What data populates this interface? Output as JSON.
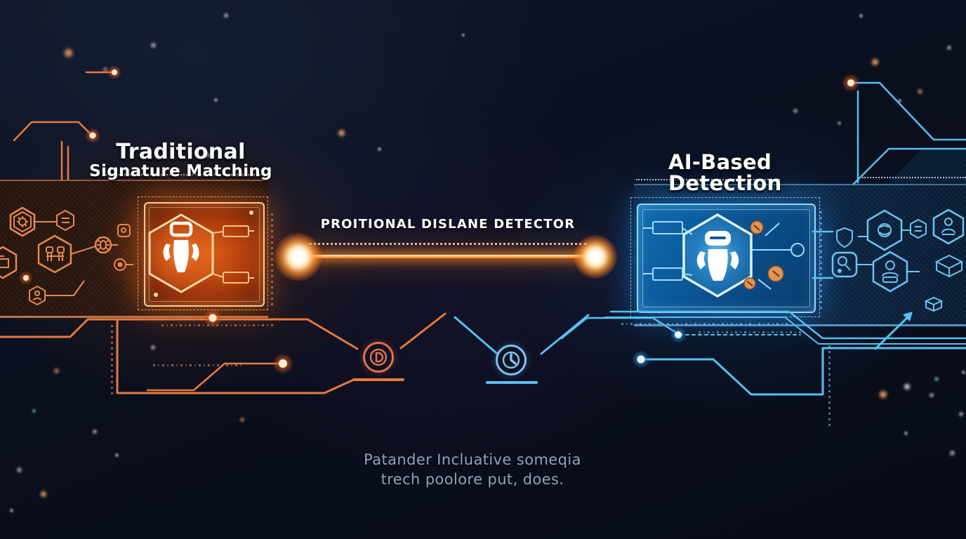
{
  "left_panel": {
    "title_line1": "Traditional",
    "title_line2": "Signature Matching",
    "center_icon": "shield-lock-icon"
  },
  "right_panel": {
    "title_line1": "AI-Based",
    "title_line2": "Detection",
    "center_icon": "robot-shield-icon"
  },
  "connector": {
    "label": "PROITIONAL DISLANE DETECTOR"
  },
  "caption": {
    "line1": "Patander Incluative someqia",
    "line2": "trech poolore put, does."
  },
  "icons": {
    "badge_left": "play-d-icon",
    "badge_right": "clock-icon",
    "left_cluster": [
      "gear-icon",
      "chip-icon",
      "robots-icon",
      "folder-icon",
      "person-icon",
      "bug-icon"
    ],
    "right_cluster": [
      "shield-icon",
      "brain-icon",
      "chip-icon",
      "user-icon",
      "search-icon",
      "user-laptop-icon",
      "box-icon",
      "cube-icon",
      "arrow-up-icon"
    ]
  },
  "colors": {
    "background": "#0a0e1b",
    "orange_accent": "#e8793c",
    "orange_bright": "#ffb36e",
    "blue_accent": "#56c0f2",
    "blue_bright": "#a5dfff",
    "title_text": "#ffffff",
    "caption_text": "#96a1b6"
  }
}
